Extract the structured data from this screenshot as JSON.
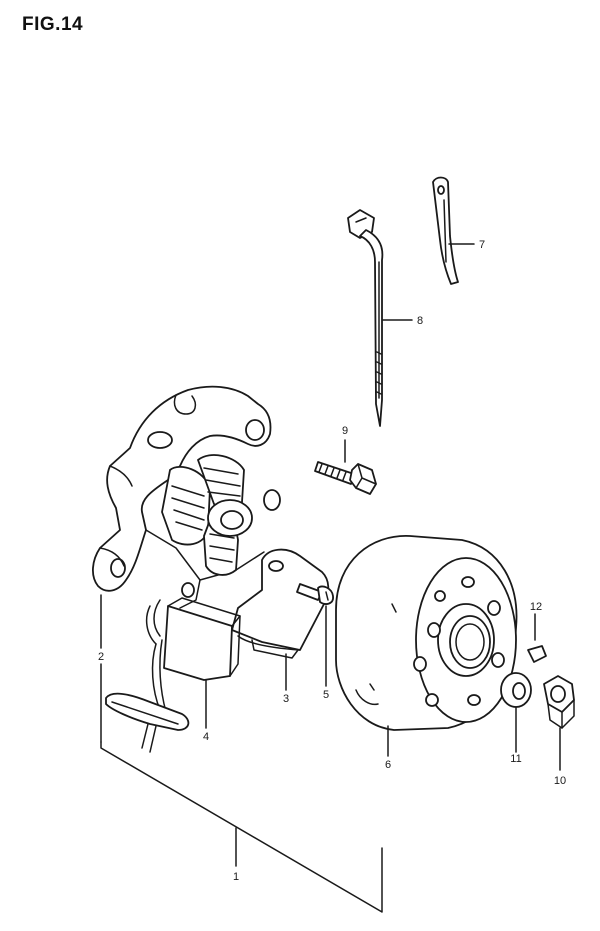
{
  "figure": {
    "title": "FIG.14"
  },
  "callouts": {
    "c1": "1",
    "c2": "2",
    "c3": "3",
    "c4": "4",
    "c5": "5",
    "c6": "6",
    "c7": "7",
    "c8": "8",
    "c9": "9",
    "c10": "10",
    "c11": "11",
    "c12": "12"
  }
}
